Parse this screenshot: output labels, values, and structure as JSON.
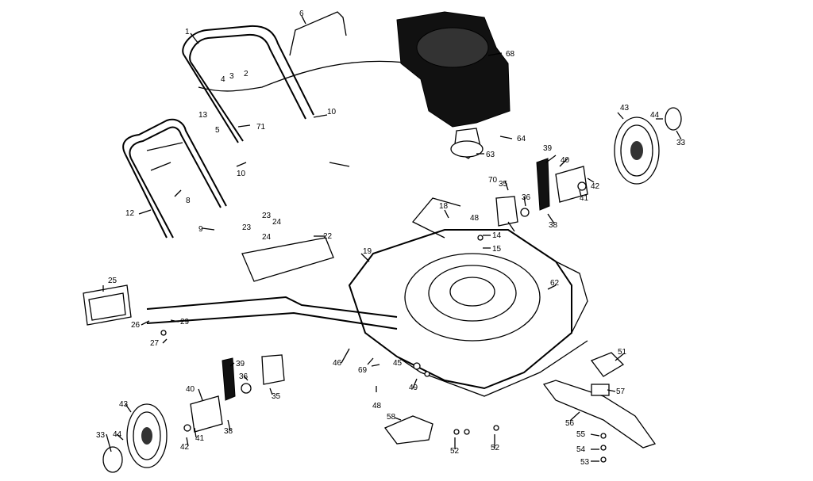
{
  "parts": [
    {
      "id": "p1",
      "label": "1"
    },
    {
      "id": "p2",
      "label": "2"
    },
    {
      "id": "p3",
      "label": "3"
    },
    {
      "id": "p4",
      "label": "4"
    },
    {
      "id": "p5",
      "label": "5"
    },
    {
      "id": "p6",
      "label": "6"
    },
    {
      "id": "p8",
      "label": "8"
    },
    {
      "id": "p9",
      "label": "9"
    },
    {
      "id": "p10a",
      "label": "10"
    },
    {
      "id": "p10b",
      "label": "10"
    },
    {
      "id": "p12",
      "label": "12"
    },
    {
      "id": "p13",
      "label": "13"
    },
    {
      "id": "p14",
      "label": "14"
    },
    {
      "id": "p15",
      "label": "15"
    },
    {
      "id": "p18",
      "label": "18"
    },
    {
      "id": "p19",
      "label": "19"
    },
    {
      "id": "p22",
      "label": "22"
    },
    {
      "id": "p23a",
      "label": "23"
    },
    {
      "id": "p23b",
      "label": "23"
    },
    {
      "id": "p24a",
      "label": "24"
    },
    {
      "id": "p24b",
      "label": "24"
    },
    {
      "id": "p25",
      "label": "25"
    },
    {
      "id": "p26",
      "label": "26"
    },
    {
      "id": "p27",
      "label": "27"
    },
    {
      "id": "p29",
      "label": "29"
    },
    {
      "id": "p33a",
      "label": "33"
    },
    {
      "id": "p33b",
      "label": "33"
    },
    {
      "id": "p35a",
      "label": "35"
    },
    {
      "id": "p35b",
      "label": "35"
    },
    {
      "id": "p36a",
      "label": "36"
    },
    {
      "id": "p36b",
      "label": "36"
    },
    {
      "id": "p38a",
      "label": "38"
    },
    {
      "id": "p38b",
      "label": "38"
    },
    {
      "id": "p39a",
      "label": "39"
    },
    {
      "id": "p39b",
      "label": "39"
    },
    {
      "id": "p40a",
      "label": "40"
    },
    {
      "id": "p40b",
      "label": "40"
    },
    {
      "id": "p41a",
      "label": "41"
    },
    {
      "id": "p41b",
      "label": "41"
    },
    {
      "id": "p42a",
      "label": "42"
    },
    {
      "id": "p42b",
      "label": "42"
    },
    {
      "id": "p43a",
      "label": "43"
    },
    {
      "id": "p43b",
      "label": "43"
    },
    {
      "id": "p44a",
      "label": "44"
    },
    {
      "id": "p44b",
      "label": "44"
    },
    {
      "id": "p45",
      "label": "45"
    },
    {
      "id": "p46",
      "label": "46"
    },
    {
      "id": "p48a",
      "label": "48"
    },
    {
      "id": "p48b",
      "label": "48"
    },
    {
      "id": "p49",
      "label": "49"
    },
    {
      "id": "p51",
      "label": "51"
    },
    {
      "id": "p52a",
      "label": "52"
    },
    {
      "id": "p52b",
      "label": "52"
    },
    {
      "id": "p53",
      "label": "53"
    },
    {
      "id": "p54",
      "label": "54"
    },
    {
      "id": "p55",
      "label": "55"
    },
    {
      "id": "p56",
      "label": "56"
    },
    {
      "id": "p57",
      "label": "57"
    },
    {
      "id": "p58",
      "label": "58"
    },
    {
      "id": "p62",
      "label": "62"
    },
    {
      "id": "p63",
      "label": "63"
    },
    {
      "id": "p64",
      "label": "64"
    },
    {
      "id": "p68",
      "label": "68"
    },
    {
      "id": "p69",
      "label": "69"
    },
    {
      "id": "p70",
      "label": "70"
    },
    {
      "id": "p71",
      "label": "71"
    }
  ],
  "icons": {
    "engine": "engine-icon",
    "deck": "mower-deck-icon",
    "wheel": "wheel-icon",
    "blade": "blade-icon",
    "handle": "handle-icon"
  },
  "colors": {
    "line": "#000000",
    "background": "#ffffff"
  }
}
